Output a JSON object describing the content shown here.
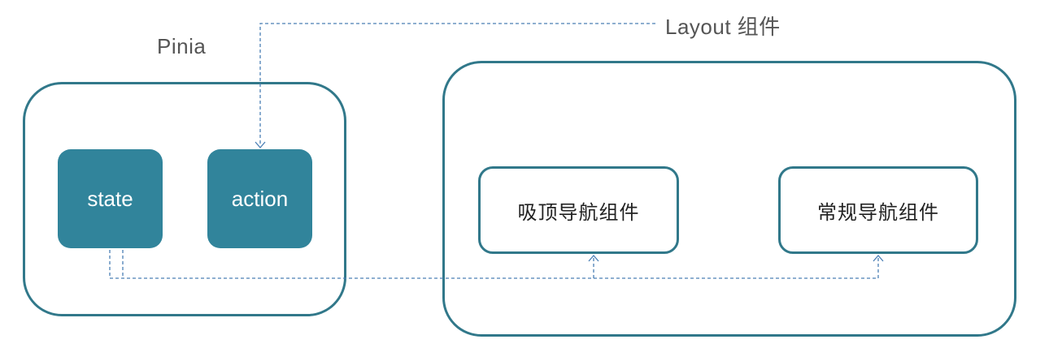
{
  "labels": {
    "pinia": "Pinia",
    "layout": "Layout 组件"
  },
  "nodes": {
    "state": "state",
    "action": "action",
    "sticky_nav": "吸顶导航组件",
    "normal_nav": "常规导航组件"
  },
  "colors": {
    "border": "#31788a",
    "fill": "#31849b",
    "dashed": "#4a7fb5",
    "text": "#555555"
  }
}
